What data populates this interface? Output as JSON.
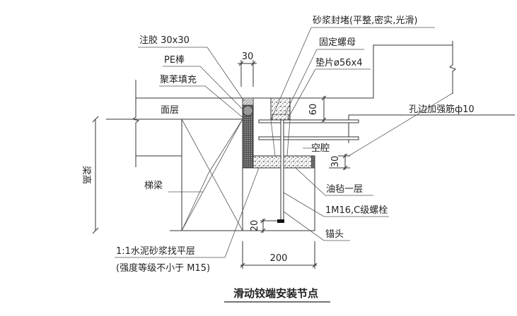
{
  "title": "滑动铰端安装节点",
  "labels": {
    "mortar_seal": "砂浆封堵(平整,密实,光滑)",
    "fixing_nut": "固定螺母",
    "washer": "垫片ø56x4",
    "sealant": "注胶 30x30",
    "pe_rod": "PE棒",
    "polystyrene_fill": "聚苯填充",
    "surface_layer": "面层",
    "rebar": "孔边加强筋ф10",
    "cavity": "空腔",
    "stair_beam": "梯梁",
    "beam_height": "梁高",
    "felt_layer": "油毡一层",
    "bolt": "1M16,C级螺栓",
    "anchor": "锚头",
    "leveling_layer": "1:1水泥砂浆找平层",
    "leveling_strength": "(强度等级不小于 M15)"
  },
  "dimensions": {
    "joint_width": "30",
    "plug_height": "60",
    "mortar_thickness": "30",
    "anchor_cover": "20",
    "support_width": "200"
  }
}
